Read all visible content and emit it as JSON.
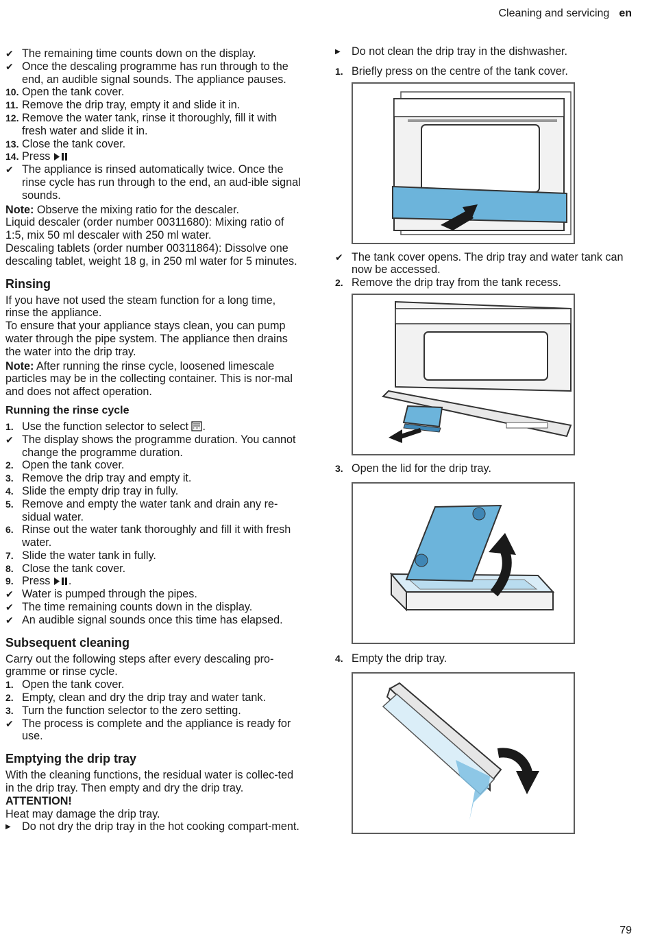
{
  "header": {
    "section": "Cleaning and servicing",
    "lang": "en"
  },
  "page_number": "79",
  "left": {
    "descale_tail": [
      {
        "mark": "check",
        "text": "The remaining time counts down on the display."
      },
      {
        "mark": "check",
        "text": "Once the descaling programme has run through to the end, an audible signal sounds. The appliance pauses."
      },
      {
        "mark": "10.",
        "text": "Open the tank cover."
      },
      {
        "mark": "11.",
        "text": "Remove the drip tray, empty it and slide it in."
      },
      {
        "mark": "12.",
        "text": "Remove the water tank, rinse it thoroughly, fill it with fresh water and slide it in."
      },
      {
        "mark": "13.",
        "text": "Close the tank cover."
      },
      {
        "mark": "14.",
        "text": "Press "
      },
      {
        "mark": "check",
        "text": "The appliance is rinsed automatically twice. Once the rinse cycle has run through to the end, an aud-ible signal sounds."
      }
    ],
    "note1_label": "Note:",
    "note1_text": " Observe the mixing ratio for the descaler.",
    "note1_p2": "Liquid descaler (order number 00311680): Mixing ratio of 1:5, mix 50 ml descaler with 250 ml water.",
    "note1_p3": "Descaling tablets (order number 00311864): Dissolve one descaling tablet, weight 18 g, in 250 ml water for 5 minutes.",
    "rinsing_heading": "Rinsing",
    "rinsing_p1": "If you have not used the steam function for a long time, rinse the appliance.",
    "rinsing_p2": "To ensure that your appliance stays clean, you can pump water through the pipe system. The appliance then drains the water into the drip tray.",
    "note2_label": "Note:",
    "note2_text": " After running the rinse cycle, loosened limescale particles may be in the collecting container. This is nor-mal and does not affect operation.",
    "rinse_cycle_heading": "Running the rinse cycle",
    "rinse_steps": [
      {
        "mark": "1.",
        "text": "Use the function selector to select "
      },
      {
        "mark": "check",
        "text": "The display shows the programme duration. You cannot change the programme duration."
      },
      {
        "mark": "2.",
        "text": "Open the tank cover."
      },
      {
        "mark": "3.",
        "text": "Remove the drip tray and empty it."
      },
      {
        "mark": "4.",
        "text": "Slide the empty drip tray in fully."
      },
      {
        "mark": "5.",
        "text": "Remove and empty the water tank and drain any re-sidual water."
      },
      {
        "mark": "6.",
        "text": "Rinse out the water tank thoroughly and fill it with fresh water."
      },
      {
        "mark": "7.",
        "text": "Slide the water tank in fully."
      },
      {
        "mark": "8.",
        "text": "Close the tank cover."
      },
      {
        "mark": "9.",
        "text": "Press "
      },
      {
        "mark": "check",
        "text": "Water is pumped through the pipes."
      },
      {
        "mark": "check",
        "text": "The time remaining counts down in the display."
      },
      {
        "mark": "check",
        "text": "An audible signal sounds once this time has elapsed."
      }
    ],
    "subsequent_heading": "Subsequent cleaning",
    "subsequent_p": "Carry out the following steps after every descaling pro-gramme or rinse cycle.",
    "subsequent_steps": [
      {
        "mark": "1.",
        "text": "Open the tank cover."
      },
      {
        "mark": "2.",
        "text": "Empty, clean and dry the drip tray and water tank."
      },
      {
        "mark": "3.",
        "text": "Turn the function selector to the zero setting."
      },
      {
        "mark": "check",
        "text": "The process is complete and the appliance is ready for use."
      }
    ],
    "emptying_heading": "Emptying the drip tray",
    "emptying_p": "With the cleaning functions, the residual water is collec-ted in the drip tray. Then empty and dry the drip tray.",
    "attention": "ATTENTION!",
    "attention_p": "Heat may damage the drip tray.",
    "attention_step": "Do not dry the drip tray in the hot cooking compart-ment."
  },
  "right": {
    "step_dishwasher": "Do not clean the drip tray in the dishwasher.",
    "step1": "Briefly press on the centre of the tank cover.",
    "result1": "The tank cover opens. The drip tray and water tank can now be accessed.",
    "step2": "Remove the drip tray from the tank recess.",
    "step3": "Open the lid for the drip tray.",
    "step4": "Empty the drip tray.",
    "colors": {
      "blue": "#6cb4db",
      "blue_dark": "#3f86b5",
      "frame": "#5c5c5c"
    }
  }
}
